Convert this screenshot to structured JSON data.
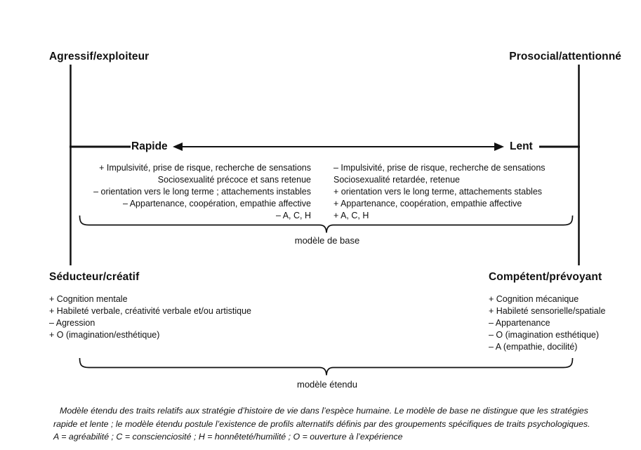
{
  "diagram": {
    "poles": {
      "top_left": "Agressif/exploiteur",
      "top_right": "Prosocial/attentionné",
      "bottom_left": "Séducteur/créatif",
      "bottom_right": "Compétent/prévoyant"
    },
    "axis": {
      "fast_label": "Rapide",
      "slow_label": "Lent"
    },
    "fast_strategy_traits": [
      "+ Impulsivité, prise de risque, recherche de sensations",
      "Sociosexualité précoce et sans retenue",
      "– orientation vers le long terme ; attachements instables",
      "– Appartenance, coopération, empathie affective",
      "– A, C, H"
    ],
    "slow_strategy_traits": [
      "– Impulsivité, prise de risque, recherche de sensations",
      "Sociosexualité retardée, retenue",
      "+ orientation vers le long terme, attachements stables",
      "+ Appartenance, coopération, empathie affective",
      "+ A, C, H"
    ],
    "seducer_traits": [
      "+ Cognition mentale",
      "+ Habileté verbale, créativité verbale et/ou artistique",
      "– Agression",
      "+ O (imagination/esthétique)"
    ],
    "competent_traits": [
      "+ Cognition mécanique",
      "+ Habileté sensorielle/spatiale",
      "– Appartenance",
      "– O (imagination esthétique)",
      "– A (empathie, docilité)"
    ],
    "brace_labels": {
      "base_model": "modèle de base",
      "extended_model": "modèle étendu"
    },
    "caption": {
      "line1": "Modèle étendu des traits relatifs aux stratégie d’histoire de vie dans l’espèce humaine. Le modèle de base ne distingue que les stratégies",
      "line2": "rapide et lente ; le modèle étendu postule l’existence de profils alternatifs définis par des groupements spécifiques de traits psychologiques.",
      "line3": "A = agréabilité ; C = conscienciosité ; H = honnêteté/humilité ; O = ouverture à l’expérience"
    },
    "colors": {
      "ink": "#111111",
      "background": "#ffffff"
    }
  }
}
